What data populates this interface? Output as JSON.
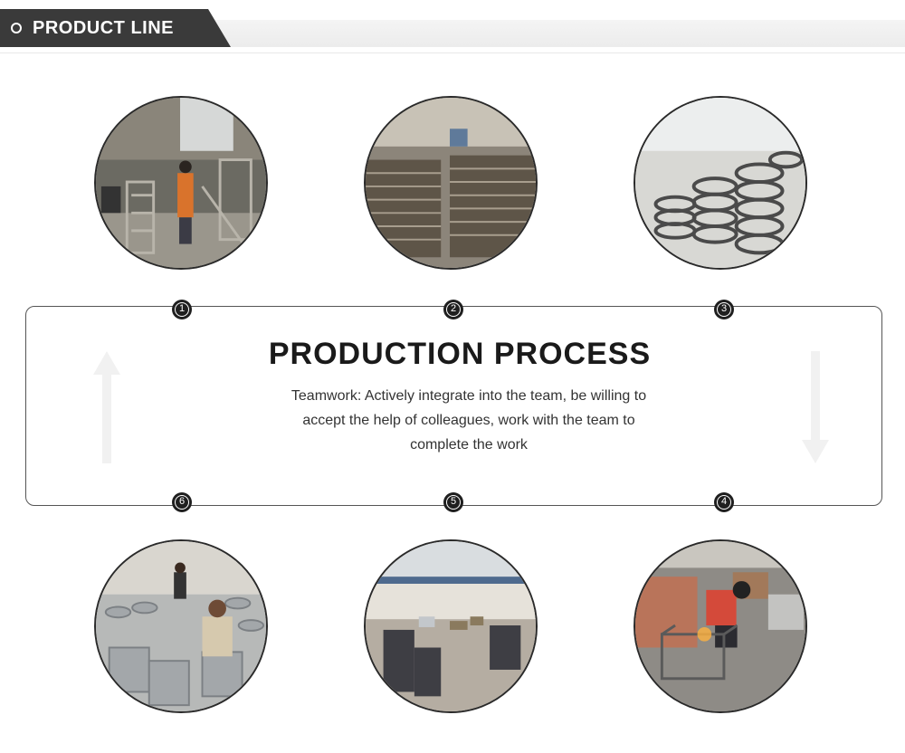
{
  "header": {
    "title": "PRODUCT LINE"
  },
  "process": {
    "title": "PRODUCTION PROCESS",
    "lines": [
      "Teamwork: Actively integrate into the team, be willing to",
      "accept the help of colleagues, work with the team to",
      "complete the work"
    ]
  },
  "steps": [
    {
      "number": "1"
    },
    {
      "number": "2"
    },
    {
      "number": "3"
    },
    {
      "number": "4"
    },
    {
      "number": "5"
    },
    {
      "number": "6"
    }
  ],
  "colors": {
    "header_tab": "#3a3a3a",
    "badge": "#1f1f1f",
    "border": "#555555"
  }
}
